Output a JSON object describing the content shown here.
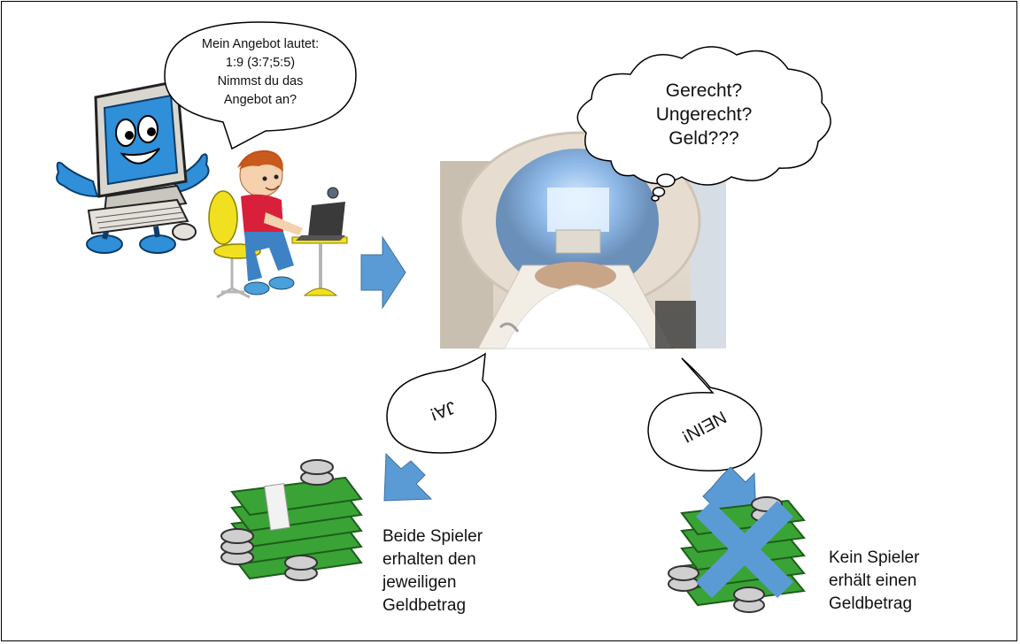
{
  "speech_offer": {
    "line1": "Mein Angebot lautet:",
    "line2": "1:9 (3:7;5:5)",
    "line3": "Nimmst du das",
    "line4": "Angebot an?"
  },
  "thought": {
    "line1": "Gerecht?",
    "line2": "Ungerecht?",
    "line3": "Geld???"
  },
  "reply_yes": "JA!",
  "reply_no": "NEIN!",
  "outcome_yes": {
    "line1": "Beide Spieler",
    "line2": "erhalten den",
    "line3": "jeweiligen",
    "line4": "Geldbetrag"
  },
  "outcome_no": {
    "line1": "Kein Spieler",
    "line2": "erhält einen",
    "line3": "Geldbetrag"
  },
  "colors": {
    "arrow": "#5b9bd5",
    "money_green": "#3aa335",
    "cross": "#5b9bd5"
  }
}
